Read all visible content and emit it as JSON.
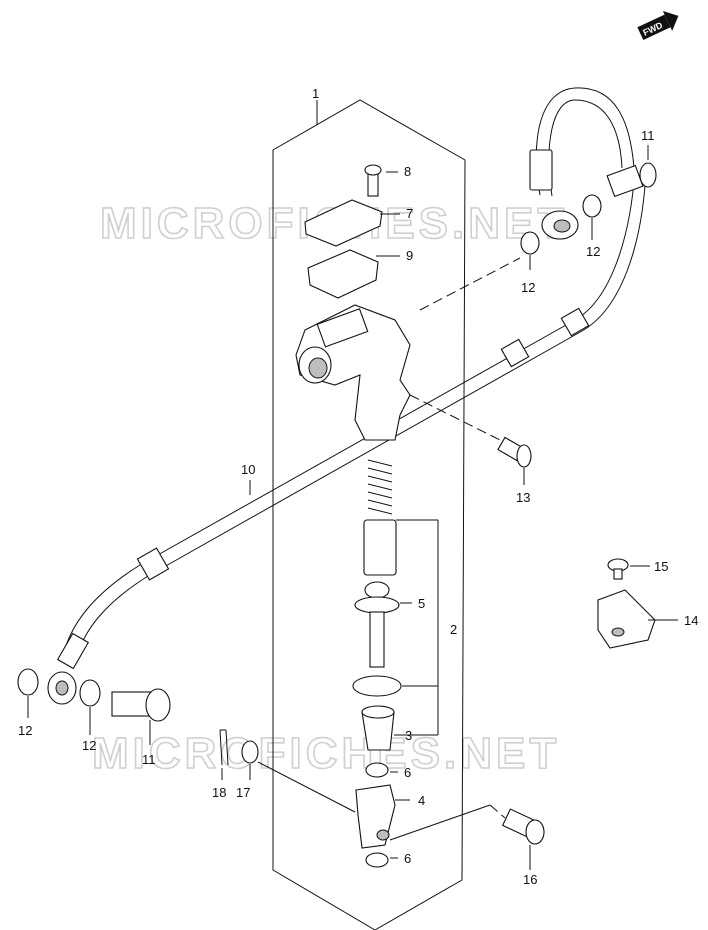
{
  "fwd_badge": "FWD",
  "watermarks": [
    "MICROFICHES.NET",
    "MICROFICHES.NET"
  ],
  "callouts": {
    "c1": "1",
    "c2": "2",
    "c3": "3",
    "c4": "4",
    "c5": "5",
    "c6a": "6",
    "c6b": "6",
    "c7": "7",
    "c8": "8",
    "c9": "9",
    "c10": "10",
    "c11a": "11",
    "c11b": "11",
    "c12a": "12",
    "c12b": "12",
    "c12c": "12",
    "c12d": "12",
    "c13": "13",
    "c14": "14",
    "c15": "15",
    "c16": "16",
    "c17": "17",
    "c18": "18"
  }
}
